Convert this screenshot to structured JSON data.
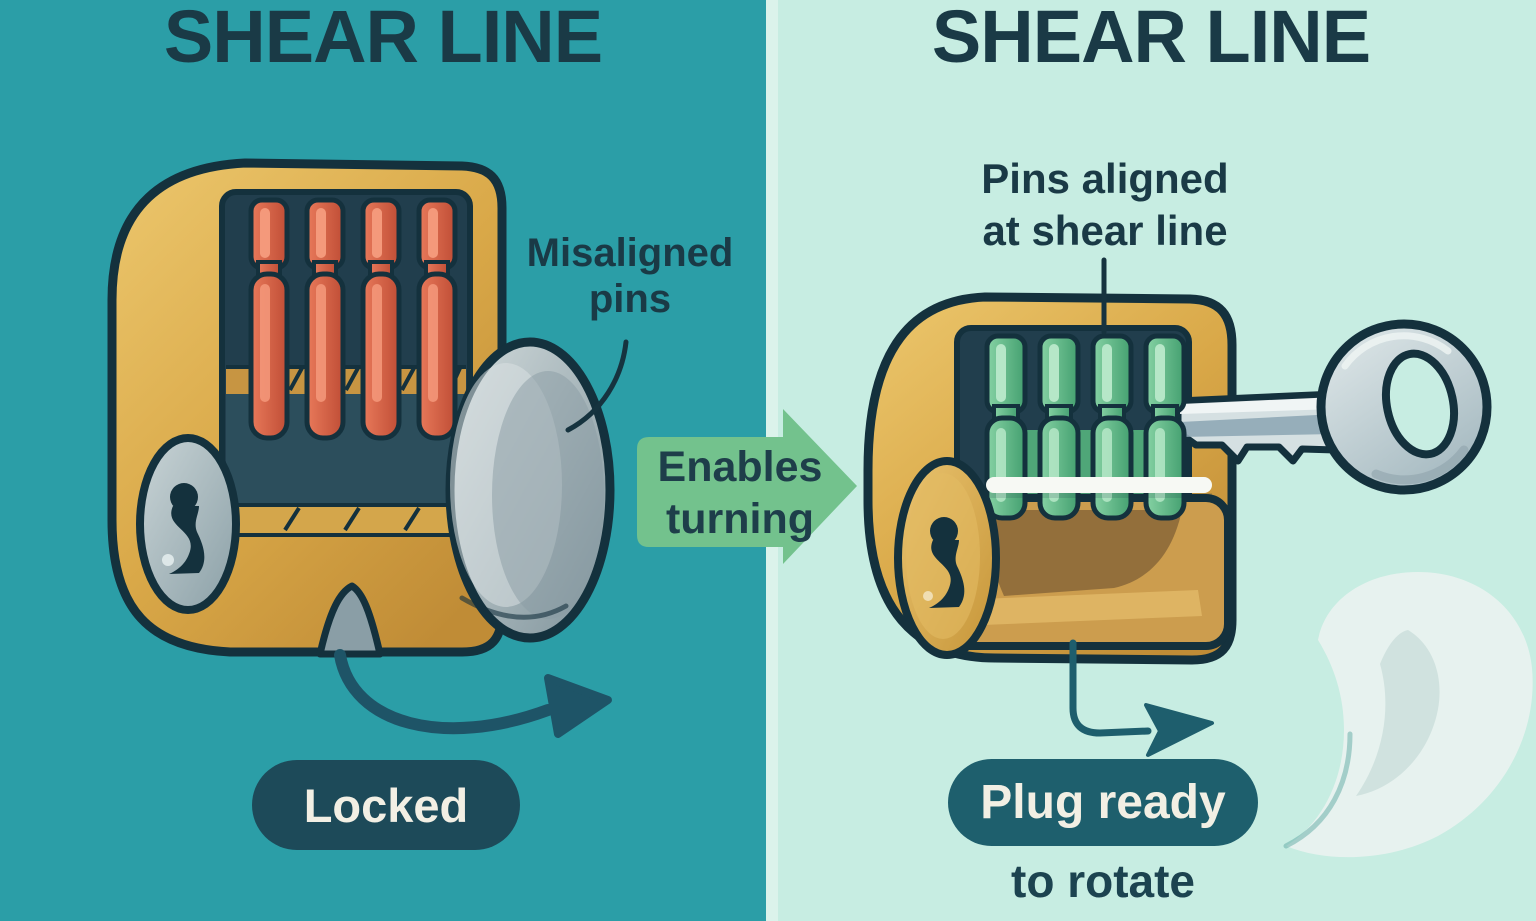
{
  "left_panel": {
    "title": "SHEAR LINE",
    "caption_lines": [
      "Misaligned",
      "pins"
    ],
    "badge_label": "Locked"
  },
  "center": {
    "arrow_lines": [
      "Enables",
      "turning"
    ]
  },
  "right_panel": {
    "title": "SHEAR LINE",
    "caption_lines": [
      "Pins aligned",
      "at shear line"
    ],
    "badge_label": "Plug ready",
    "badge_caption": "to rotate"
  },
  "colors": {
    "left_background": "#2B9EA7",
    "right_background": "#C7EDE2",
    "outline_navy": "#14313D",
    "heading_text": "#1A3A46",
    "lock_brass_gold": "#D9A848",
    "misaligned_pin_red": "#D96348",
    "aligned_pin_green": "#63BD8B",
    "shear_line_white": "#F7F9F4",
    "rear_disk_gray": "#9FB0B6",
    "key_silver": "#CBD8DB",
    "locked_badge_background": "#1D4A59",
    "plug_badge_background": "#1E5F6D",
    "badge_text": "#F2EFE4",
    "enables_arrow_green": "#73C28D",
    "locked_rotation_arrow_teal": "#1E5467",
    "rotate_arrow_teal": "#1E5E6D",
    "ghost_swoosh": "#E9F2EF"
  },
  "icons": {
    "left_lock": "lock-cylinder-cutaway-misaligned-pins",
    "right_lock": "lock-cylinder-cutaway-aligned-pins",
    "key": "key-icon",
    "enables_arrow": "right-arrow-icon",
    "locked_arrow": "curved-rotation-arrow-icon",
    "rotate_arrow": "curved-rotation-arrow-icon",
    "ghost": "rotation-ghost-swoosh"
  }
}
